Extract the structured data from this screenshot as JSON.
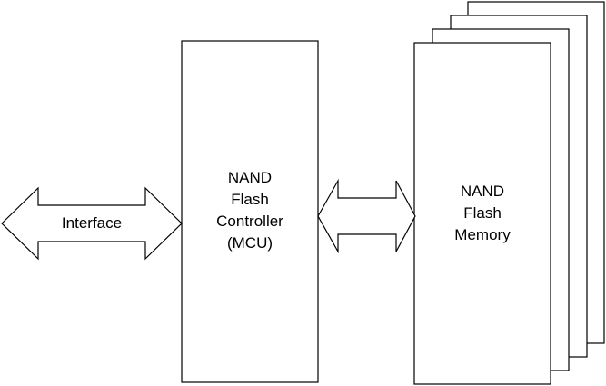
{
  "interface": {
    "label": "Interface"
  },
  "controller": {
    "lines": [
      "NAND",
      "Flash",
      "Controller",
      "(MCU)"
    ]
  },
  "memory": {
    "lines": [
      "NAND",
      "Flash",
      "Memory"
    ]
  },
  "colors": {
    "stroke": "#000000",
    "fill": "#ffffff"
  }
}
